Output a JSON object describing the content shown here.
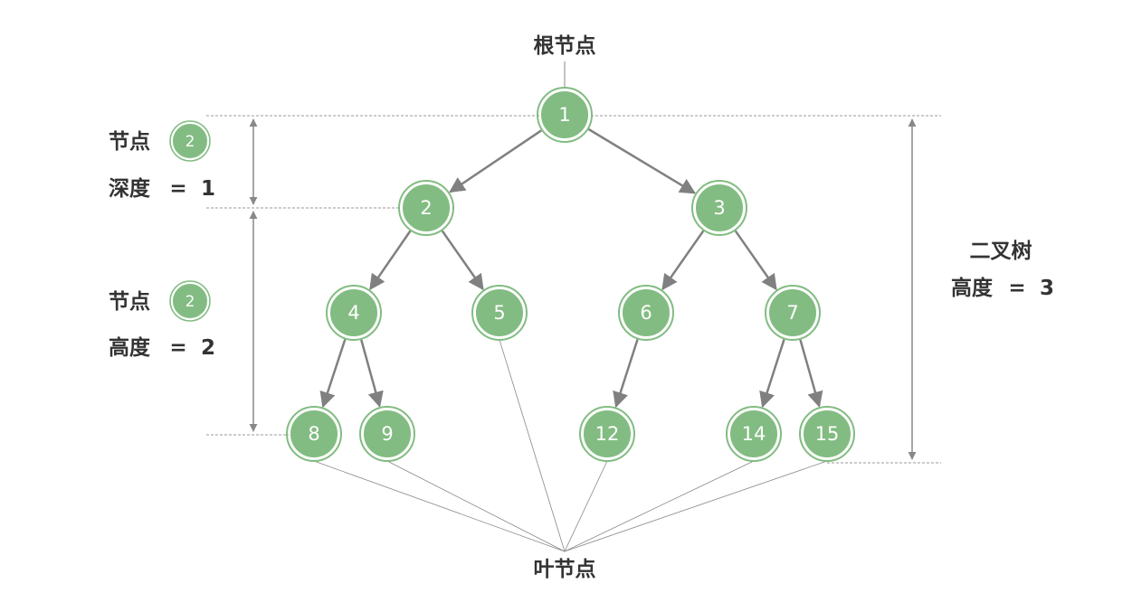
{
  "colors": {
    "node_fill": "#82bc82",
    "node_ring": "#82bc82",
    "edge": "#808080",
    "guide": "#999999",
    "text": "#333333"
  },
  "labels": {
    "root": "根节点",
    "leaf": "叶节点",
    "depth_node_word": "节点",
    "depth_node_badge": "2",
    "depth_word": "深度",
    "depth_eq": "=",
    "depth_value": "1",
    "height_node_word": "节点",
    "height_node_badge": "2",
    "height_word": "高度",
    "height_eq": "=",
    "height_value": "2",
    "tree_word": "二叉树",
    "tree_height_word": "高度",
    "tree_height_eq": "=",
    "tree_height_value": "3"
  },
  "tree": {
    "nodes": [
      {
        "id": "1",
        "label": "1"
      },
      {
        "id": "2",
        "label": "2"
      },
      {
        "id": "3",
        "label": "3"
      },
      {
        "id": "4",
        "label": "4"
      },
      {
        "id": "5",
        "label": "5"
      },
      {
        "id": "6",
        "label": "6"
      },
      {
        "id": "7",
        "label": "7"
      },
      {
        "id": "8",
        "label": "8"
      },
      {
        "id": "9",
        "label": "9"
      },
      {
        "id": "12",
        "label": "12"
      },
      {
        "id": "14",
        "label": "14"
      },
      {
        "id": "15",
        "label": "15"
      }
    ],
    "edges": [
      [
        "1",
        "2"
      ],
      [
        "1",
        "3"
      ],
      [
        "2",
        "4"
      ],
      [
        "2",
        "5"
      ],
      [
        "3",
        "6"
      ],
      [
        "3",
        "7"
      ],
      [
        "4",
        "8"
      ],
      [
        "4",
        "9"
      ],
      [
        "6",
        "12"
      ],
      [
        "7",
        "14"
      ],
      [
        "7",
        "15"
      ]
    ],
    "leaves": [
      "8",
      "9",
      "5",
      "12",
      "14",
      "15"
    ]
  }
}
